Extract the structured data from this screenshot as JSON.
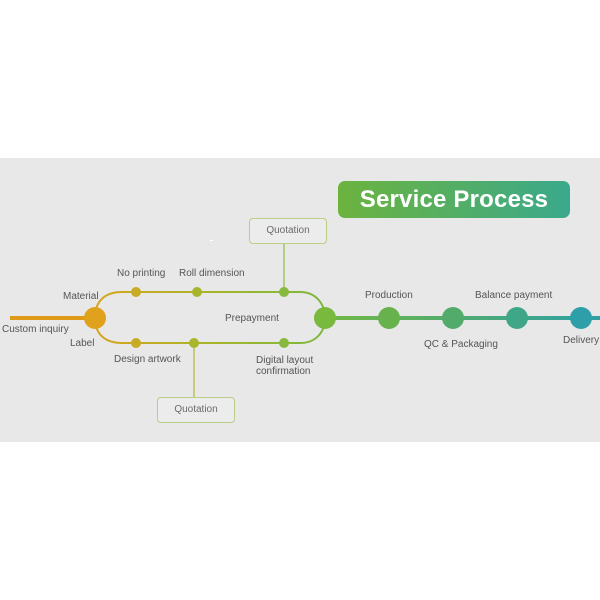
{
  "title": "Service Process",
  "quotation_top": "Quotation",
  "quotation_bottom": "Quotation",
  "steps": {
    "custom_inquiry": "Custom inquiry",
    "material": "Material",
    "label": "Label",
    "no_printing": "No printing",
    "roll_dimension": "Roll dimension",
    "design_artwork": "Design artwork",
    "prepayment": "Prepayment",
    "digital_layout_line1": "Digital layout",
    "digital_layout_line2": "confirmation",
    "production": "Production",
    "qc_packaging": "QC & Packaging",
    "balance_payment": "Balance payment",
    "delivery": "Delivery"
  },
  "colors": {
    "orange": "#e0a11c",
    "olive": "#a7b62a",
    "green": "#7ab83f",
    "teal_green": "#4fa97a",
    "teal": "#2ea0a6"
  }
}
